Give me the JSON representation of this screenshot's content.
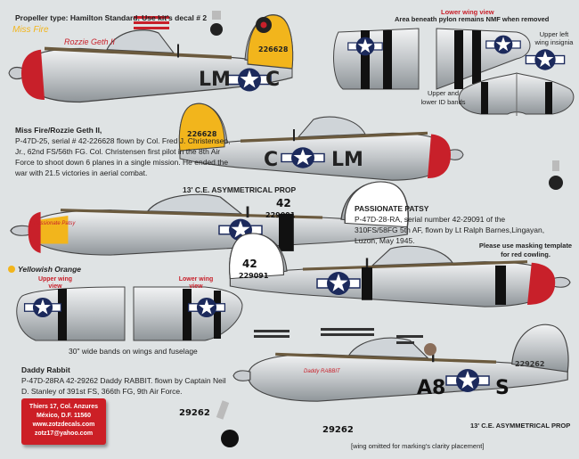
{
  "header": {
    "propeller_note": "Propeller type: Hamilton Standard. Use kit's decal # 2"
  },
  "wing_notes": {
    "lower_wing_view": "Lower wing view",
    "pylon_note": "Area beneath pylon remains NMF when removed",
    "upper_left_insignia": "Upper left wing insignia",
    "id_bands": "Upper and lower ID bands"
  },
  "aircraft": [
    {
      "title": "Miss Fire/Rozzie Geth II,",
      "description": "P-47D-25, serial # 42-226628 flown by Col. Fred J. Christensen, Jr., 62nd FS/56th FG. Col. Christensen first pilot in the 8th Air Force to shoot down 6 planes in a single mission. He ended the war with 21.5 victories in aerial combat.",
      "nose_art": [
        "Miss Fire",
        "Rozzie Geth II"
      ],
      "codes_left": "LM",
      "codes_right": "C",
      "serial": "226628"
    },
    {
      "title": "PASSIONATE PATSY",
      "description": "P-47D-28-RA, serial number 42-29091 of the 310FS/58FG 5th AF, flown by Lt Ralph Barnes,Lingayan, Luzon, May 1945.",
      "nose_art": "Passionate Patsy",
      "tail_number": "42",
      "serial": "229091",
      "color_note": "Yellowish Orange",
      "prop_note": "13' C.E. ASYMMETRICAL PROP",
      "masking_note": "Please use masking template for red cowling.",
      "upper_wing_view": "Upper wing view",
      "lower_wing_view": "Lower wing view",
      "bands_note": "30\" wide bands on wings and fuselage"
    },
    {
      "title": "Daddy Rabbit",
      "description": "P-47D-28RA 42-29262 Daddy RABBIT.  flown by Captain Neil D. Stanley of 391st FS, 366th FG,  9th Air Force.",
      "nose_art": "Daddy RABBIT",
      "codes_left": "A8",
      "codes_right": "S",
      "serial": "229262",
      "gear_serial": "29262",
      "prop_note": "13' C.E. ASYMMETRICAL PROP",
      "wing_note": "[wing omitted for marking's clarity placement]"
    }
  ],
  "contact": {
    "address1": "Thiers 17, Col. Anzures",
    "address2": "México, D.F. 11560",
    "web": "www.zotzdecals.com",
    "email": "zotz17@yahoo.com"
  },
  "colors": {
    "background": "#dfe3e4",
    "insignia_blue": "#1c2a5c",
    "yellow": "#f2b51c",
    "red": "#c8202a",
    "olive": "#6b5a3e"
  }
}
